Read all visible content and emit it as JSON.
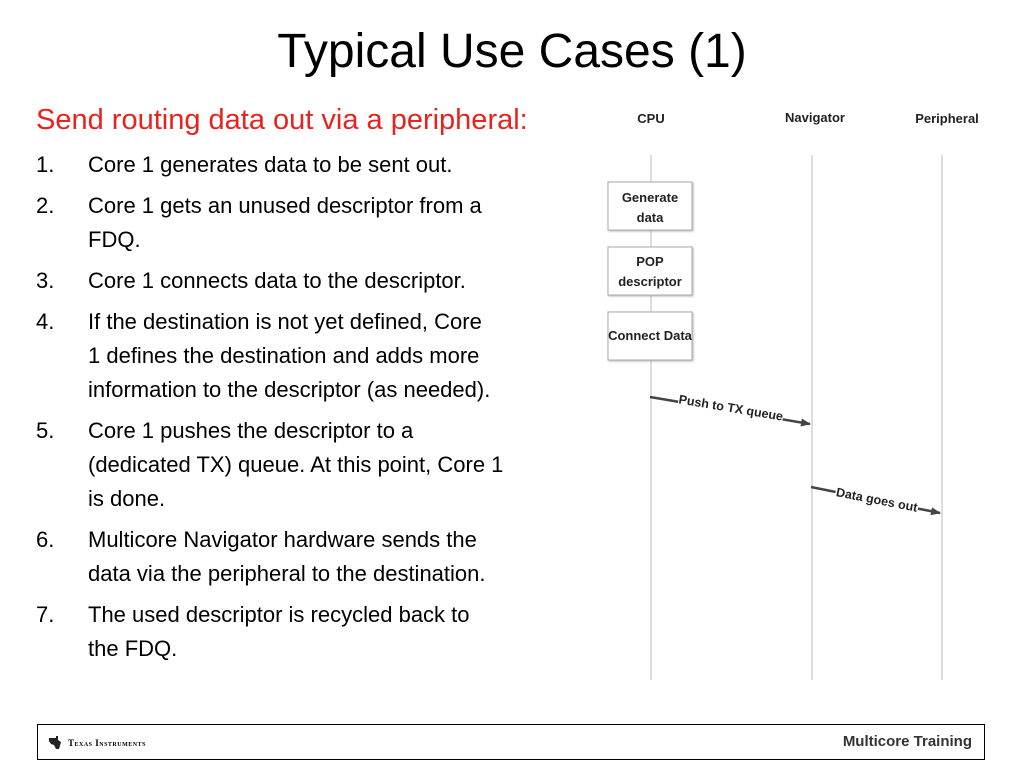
{
  "slide": {
    "title": "Typical Use Cases (1)",
    "subtitle": "Send routing data out via a peripheral:",
    "steps": [
      {
        "num": "1.",
        "lines": [
          "Core 1 generates data to be sent out."
        ]
      },
      {
        "num": "2.",
        "lines": [
          "Core 1 gets an unused descriptor from a",
          "FDQ."
        ]
      },
      {
        "num": "3.",
        "lines": [
          "Core 1 connects data to the descriptor."
        ]
      },
      {
        "num": "4.",
        "lines": [
          "If the destination is not yet defined, Core",
          "1 defines the destination and adds more",
          "information to the descriptor (as needed)."
        ]
      },
      {
        "num": "5.",
        "lines": [
          "Core 1 pushes the descriptor to a",
          "(dedicated TX) queue. At this point, Core 1",
          "is done."
        ]
      },
      {
        "num": "6.",
        "lines": [
          "Multicore Navigator hardware sends the",
          "data via the peripheral to the destination."
        ]
      },
      {
        "num": "7.",
        "lines": [
          "The used descriptor is recycled back to",
          "the FDQ."
        ]
      }
    ]
  },
  "diagram": {
    "lanes": [
      "CPU",
      "Navigator",
      "Peripheral"
    ],
    "boxes": [
      {
        "lines": [
          "Generate",
          "data"
        ]
      },
      {
        "lines": [
          "POP",
          "descriptor"
        ]
      },
      {
        "lines": [
          "Connect Data"
        ]
      }
    ],
    "messages": [
      "Push to TX queue",
      "Data goes out"
    ]
  },
  "footer": {
    "company": "Texas Instruments",
    "right_text": "Multicore Training"
  },
  "colors": {
    "subtitle": "#e8231e",
    "arrow": "#444444",
    "lane_line": "#bbbbbb"
  }
}
